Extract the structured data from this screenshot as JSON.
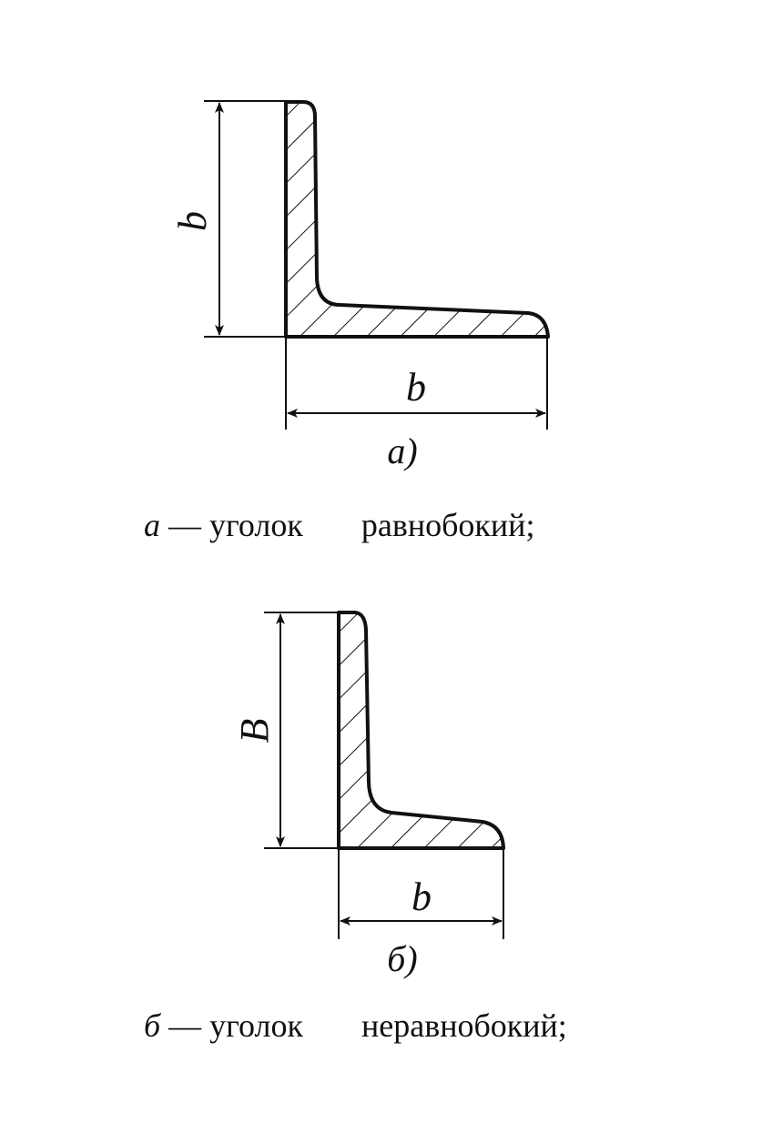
{
  "figure_a": {
    "vertical_dimension_label": "b",
    "horizontal_dimension_label": "b",
    "figure_label": "a)",
    "caption": {
      "letter": "a",
      "dash": "—",
      "word1": "уголок",
      "word2": "равнобокий;"
    }
  },
  "figure_b": {
    "vertical_dimension_label": "B",
    "horizontal_dimension_label": "b",
    "figure_label": "б)",
    "caption": {
      "letter": "б",
      "dash": "—",
      "word1": "уголок",
      "word2": "неравнобокий;"
    }
  },
  "colors": {
    "line": "#111111",
    "background": "#ffffff"
  }
}
